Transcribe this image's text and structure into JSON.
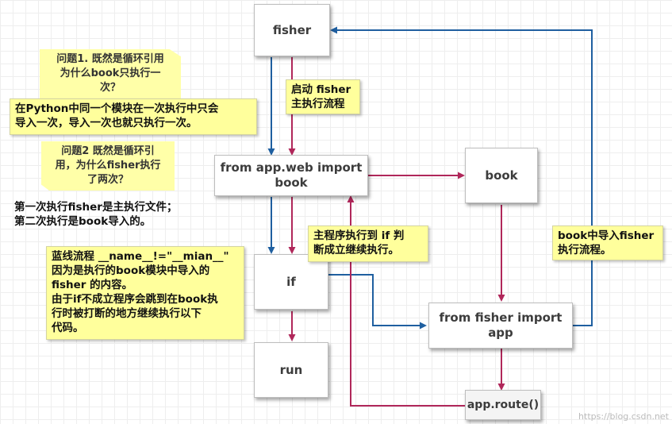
{
  "nodes": {
    "fisher": "fisher",
    "from_web": "from app.web import\nbook",
    "book": "book",
    "if": "if",
    "run": "run",
    "from_fisher": "from fisher import\napp",
    "route": "app.route()"
  },
  "notes": {
    "q1": "问题1. 既然是循环引用\n为什么book只执行一\n次？",
    "a1": "在Python中同一个模块在一次执行中只会\n导入一次，导入一次也就只执行一次。",
    "q2": "问题2 既然是循环引\n用，为什么fisher执行\n了两次？",
    "a2": "第一次执行fisher是主执行文件；\n第二次执行是book导入的。",
    "blue_flow": "蓝线流程 __name__!=\"__mian__\"\n因为是执行的book模块中导入的\nfisher 的内容。\n由于if不成立程序会跳到在book执\n行时被打断的地方继续执行以下\n代码。",
    "start": "启动 fisher\n主执行流程",
    "main_if": "主程序执行到 if 判\n断成立继续执行。",
    "book_flow": "book中导入fisher\n执行流程。"
  },
  "colors": {
    "blue": "#1f5fa0",
    "red": "#b0275a",
    "note_bg": "#ffff9c"
  },
  "watermark": "https://blog.csdn.net"
}
